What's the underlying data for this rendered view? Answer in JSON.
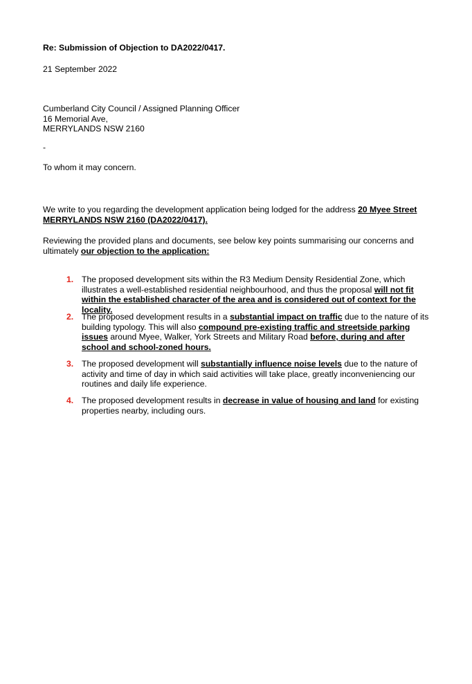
{
  "subject": "Re: Submission of Objection to DA2022/0417.",
  "date": "21 September 2022",
  "address": {
    "line1": "Cumberland City Council / Assigned Planning Officer",
    "line2": "16 Memorial Ave,",
    "line3": "MERRYLANDS NSW 2160"
  },
  "dash": "-",
  "greeting": "To whom it may concern.",
  "intro": {
    "text": "We write to you regarding the development application being lodged for the address ",
    "bold": "20 Myee Street MERRYLANDS NSW 2160 (DA2022/0417)."
  },
  "review": {
    "text": "Reviewing the provided plans and documents, see below key points summarising our concerns and ultimately ",
    "bold": "our objection to the application:"
  },
  "points": [
    {
      "num": "1.",
      "t1": "The proposed development sits within the R3 Medium Density Residential Zone, which illustrates a well-established residential neighbourhood, and thus the proposal ",
      "b1": "will not fit within the established character of the area and is considered out of context for the locality."
    },
    {
      "num": "2.",
      "t1": "The proposed development results in a ",
      "b1": "substantial impact on traffic",
      "t2": " due to the nature of its building typology. This will also ",
      "b2": "compound pre-existing traffic and streetside parking issues",
      "t3": " around Myee, Walker, York Streets and Military Road ",
      "b3": "before, during and after school and school-zoned hours."
    },
    {
      "num": "3.",
      "t1": "The proposed development will ",
      "b1": "substantially influence noise levels",
      "t2": " due to the nature of activity and time of day in which said activities will take place, greatly inconveniencing our routines and daily life experience."
    },
    {
      "num": "4.",
      "t1": "The proposed development results in ",
      "b1": "decrease in value of housing and land",
      "t2": " for existing properties nearby, including ours."
    }
  ]
}
